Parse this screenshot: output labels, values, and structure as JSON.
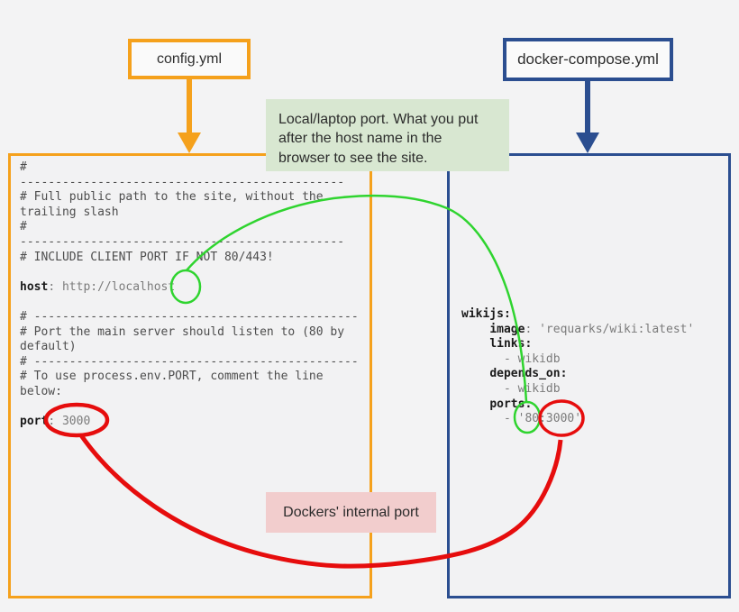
{
  "colors": {
    "orange": "#f5a11c",
    "blue": "#2b4e90",
    "green": "#2fd42f",
    "red": "#e60d0d",
    "noteGreen": "#d8e7d1",
    "notePink": "#f2cdcd"
  },
  "labels": {
    "config": "config.yml",
    "compose": "docker-compose.yml"
  },
  "notes": {
    "local_port": "Local/laptop port. What you put after the host name in the browser to see the site.",
    "internal_port": "Dockers' internal port"
  },
  "config_code": {
    "lines": [
      {
        "pre": "#"
      },
      {
        "pre": "----------------------------------------------"
      },
      {
        "pre": "# Full public path to the site, without the"
      },
      {
        "pre": "trailing slash"
      },
      {
        "pre": "#"
      },
      {
        "pre": "----------------------------------------------"
      },
      {
        "pre": "# INCLUDE CLIENT PORT IF NOT 80/443!"
      },
      {},
      {
        "key": "host",
        "rest": ": http://localhost"
      },
      {},
      {
        "pre": "# ----------------------------------------------"
      },
      {
        "pre": "# Port the main server should listen to (80 by"
      },
      {
        "pre": "default)"
      },
      {
        "pre": "# ----------------------------------------------"
      },
      {
        "pre": "# To use process.env.PORT, comment the line"
      },
      {
        "pre": "below:"
      },
      {},
      {
        "key": "port",
        "rest": ": 3000"
      }
    ]
  },
  "compose_code": {
    "lines": [
      {
        "key": "wikijs:"
      },
      {
        "pre": "    ",
        "key": "image",
        "rest": ": 'requarks/wiki:latest'"
      },
      {
        "pre": "    ",
        "key": "links:"
      },
      {
        "rest": "      - wikidb"
      },
      {
        "pre": "    ",
        "key": "depends_on:"
      },
      {
        "rest": "      - wikidb"
      },
      {
        "pre": "    ",
        "key": "ports:"
      },
      {
        "rest": "      - '80:3000'"
      }
    ]
  }
}
